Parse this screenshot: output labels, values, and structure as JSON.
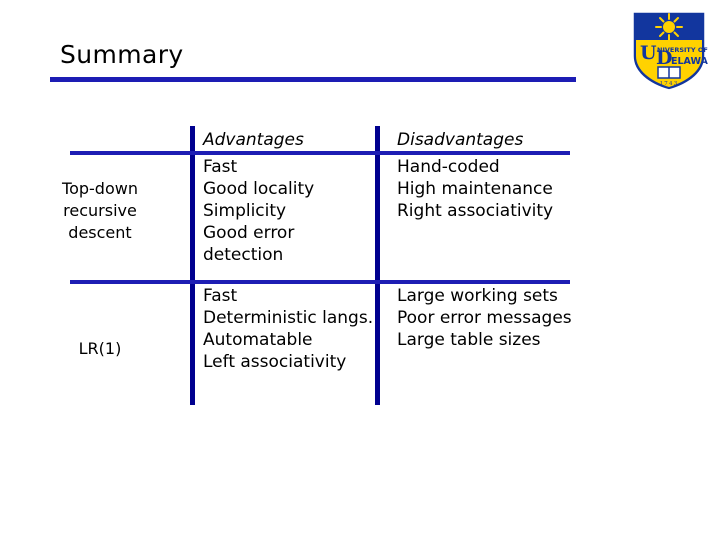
{
  "slide": {
    "title": "Summary",
    "accent_color": "#1d1db4",
    "rule_color": "#00008f"
  },
  "logo": {
    "name": "university-of-delaware-shield",
    "institution": "UNIVERSITY OF DELAWARE",
    "word_top": "UNIVERSITY OF",
    "word_bottom": "DELAWARE",
    "monogram": "UD",
    "year": "1743",
    "blue": "#12369e",
    "gold": "#ffd200"
  },
  "table": {
    "columns": [
      "Advantages",
      "Disadvantages"
    ],
    "rows": [
      {
        "label": "Top-down recursive descent",
        "advantages": [
          "Fast",
          "Good locality",
          "Simplicity",
          "Good error",
          "detection"
        ],
        "disadvantages": [
          "Hand-coded",
          "High maintenance",
          "Right associativity"
        ]
      },
      {
        "label": "LR(1)",
        "advantages": [
          "Fast",
          "Deterministic langs.",
          "Automatable",
          "Left associativity"
        ],
        "disadvantages": [
          "Large working sets",
          "Poor error messages",
          "Large table sizes"
        ]
      }
    ]
  }
}
